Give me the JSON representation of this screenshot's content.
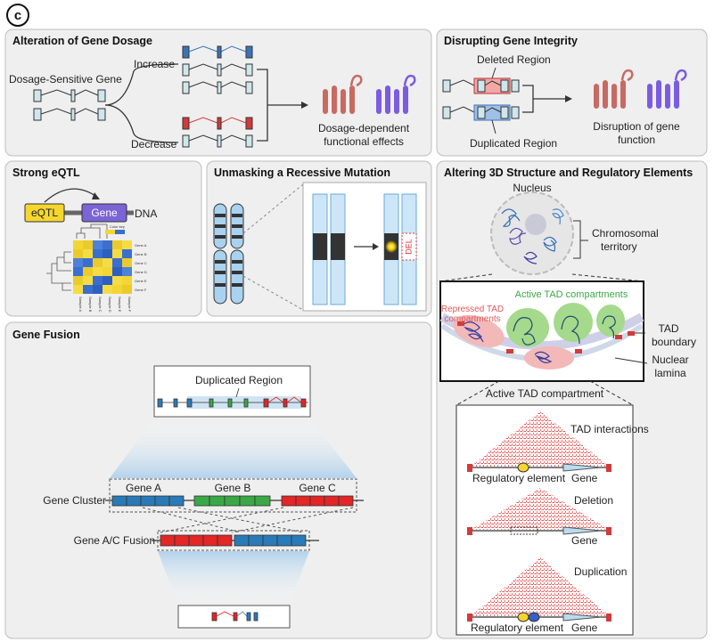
{
  "panel_letter": "c",
  "dosage": {
    "title": "Alteration of Gene Dosage",
    "gene_label": "Dosage-Sensitive Gene",
    "increase": "Increase",
    "decrease": "Decrease",
    "effects_line1": "Dosage-dependent",
    "effects_line2": "functional effects"
  },
  "integrity": {
    "title": "Disrupting Gene Integrity",
    "deleted": "Deleted Region",
    "duplicated": "Duplicated Region",
    "disruption_line1": "Disruption of gene",
    "disruption_line2": "function"
  },
  "eqtl": {
    "title": "Strong eQTL",
    "eqtl_label": "eQTL",
    "gene_label": "Gene",
    "dna_label": "DNA",
    "color_key": "Color key",
    "rows": [
      "Gene A",
      "Gene B",
      "Gene C",
      "Gene D",
      "Gene E",
      "Gene F"
    ],
    "cols": [
      "Sample A",
      "Sample B",
      "Sample C",
      "Sample D",
      "Sample E",
      "Sample F"
    ]
  },
  "recessive": {
    "title": "Unmasking a Recessive Mutation",
    "del_label": "DEL"
  },
  "structure3d": {
    "title": "Altering 3D Structure and Regulatory Elements",
    "nucleus": "Nucleus",
    "territory_line1": "Chromosomal",
    "territory_line2": "territory",
    "active_tad": "Active TAD compartments",
    "repressed_line1": "Repressed TAD",
    "repressed_line2": "compartments",
    "tad_boundary_line1": "TAD",
    "tad_boundary_line2": "boundary",
    "lamina_line1": "Nuclear",
    "lamina_line2": "lamina",
    "active_compartment": "Active TAD compartment",
    "tad_interactions": "TAD interactions",
    "regulatory_element": "Regulatory element",
    "gene": "Gene",
    "deletion": "Deletion",
    "duplication": "Duplication"
  },
  "fusion": {
    "title": "Gene Fusion",
    "duplicated": "Duplicated Region",
    "gene_cluster": "Gene Cluster",
    "gene_a": "Gene A",
    "gene_b": "Gene B",
    "gene_c": "Gene C",
    "fusion_label": "Gene A/C Fusion"
  },
  "colors": {
    "panel_bg": "#efefef",
    "increase_blue": "#3b73b9",
    "decrease_red": "#d33a3a",
    "protein_red": "#c86a62",
    "protein_purple": "#7a5ce0",
    "gene_blue": "#2a7ab8",
    "gene_green": "#3aa846",
    "gene_red": "#e32626",
    "tad_green": "#a5d98c"
  }
}
